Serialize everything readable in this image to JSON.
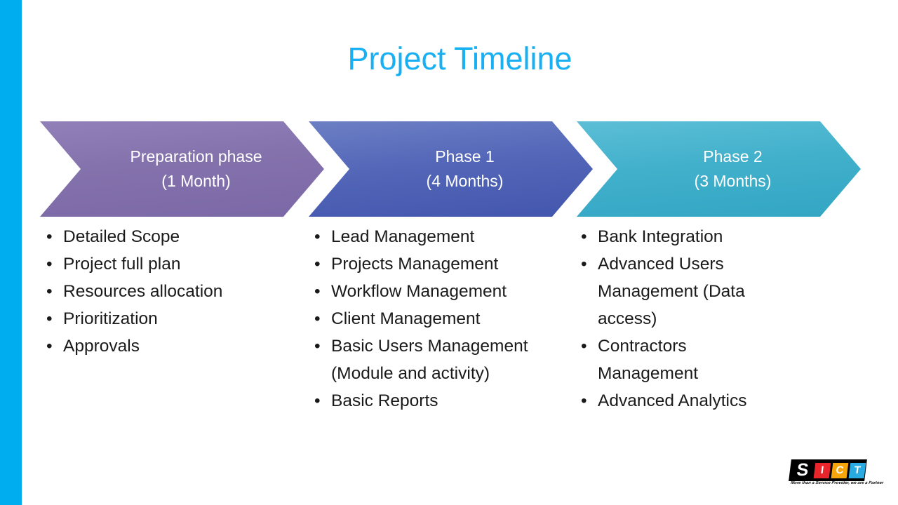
{
  "slide": {
    "title": "Project Timeline",
    "accent_bar_color": "#00AEEF",
    "title_color": "#18B0F3",
    "background_color": "#FFFFFF"
  },
  "phases": [
    {
      "name": "Preparation phase",
      "duration": "(1 Month)",
      "color": "#8472AD",
      "items": [
        "Detailed Scope",
        "Project full plan",
        "Resources allocation",
        "Prioritization",
        "Approvals"
      ]
    },
    {
      "name": "Phase 1",
      "duration": "(4 Months)",
      "color": "#4256AD",
      "items": [
        "Lead Management",
        "Projects Management",
        "Workflow Management",
        "Client Management",
        "Basic Users Management (Module and activity)",
        "Basic Reports"
      ]
    },
    {
      "name": "Phase 2",
      "duration": "(3 Months)",
      "color": "#32A6C4",
      "items": [
        "Bank Integration",
        "Advanced Users Management (Data access)",
        "Contractors Management",
        "Advanced Analytics"
      ]
    }
  ],
  "logo": {
    "letters": [
      "S",
      "I",
      "C",
      "T"
    ],
    "tagline": "More than a Service Provider, we are a Partner",
    "colors": {
      "plate": "#000000",
      "i": "#E8252A",
      "c": "#F6A60A",
      "t": "#29ABE2"
    }
  }
}
